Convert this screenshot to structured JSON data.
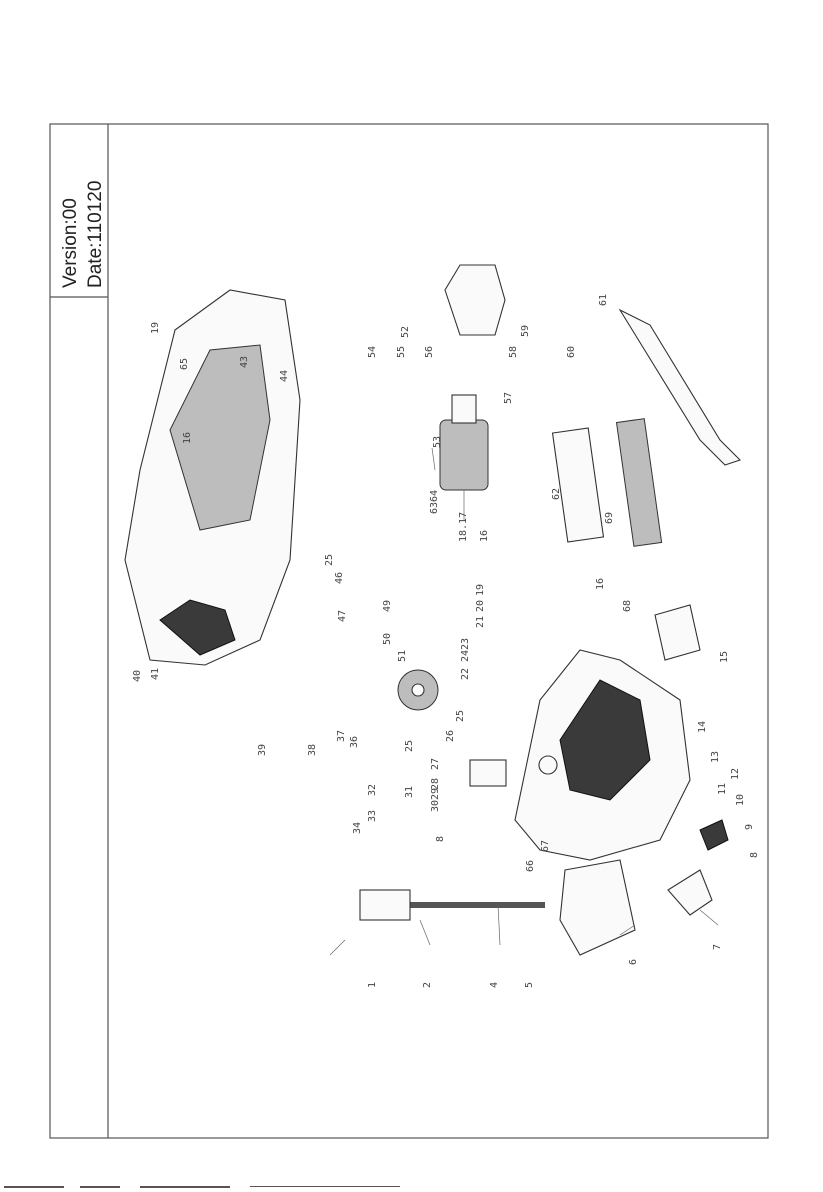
{
  "title_block": {
    "version": "Version:00",
    "date": "Date:110120"
  },
  "part_labels": [
    "1",
    "2",
    "4",
    "5",
    "6",
    "7",
    "8",
    "9",
    "10",
    "11",
    "12",
    "13",
    "14",
    "15",
    "16",
    "16",
    "16",
    "18.17",
    "19",
    "19",
    "20",
    "21",
    "2423",
    "22",
    "25",
    "25",
    "25",
    "26",
    "27",
    "28",
    "29",
    "30",
    "31",
    "32",
    "33",
    "34",
    "36",
    "37",
    "38",
    "39",
    "40",
    "41",
    "43",
    "44",
    "46",
    "47",
    "49",
    "50",
    "51",
    "52",
    "53",
    "54",
    "55",
    "56",
    "57",
    "58",
    "59",
    "60",
    "61",
    "62",
    "6364",
    "65",
    "66",
    "67",
    "68",
    "69",
    "8"
  ]
}
